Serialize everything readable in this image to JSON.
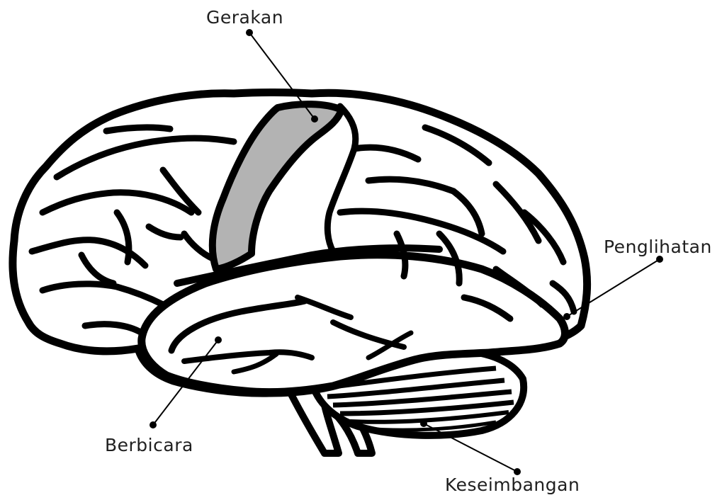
{
  "labels": {
    "movement": "Gerakan",
    "vision": "Penglihatan",
    "speech": "Berbicara",
    "balance": "Keseimbangan"
  },
  "colors": {
    "outline": "#000000",
    "fill": "#ffffff",
    "highlight": "#b3b3b3"
  }
}
